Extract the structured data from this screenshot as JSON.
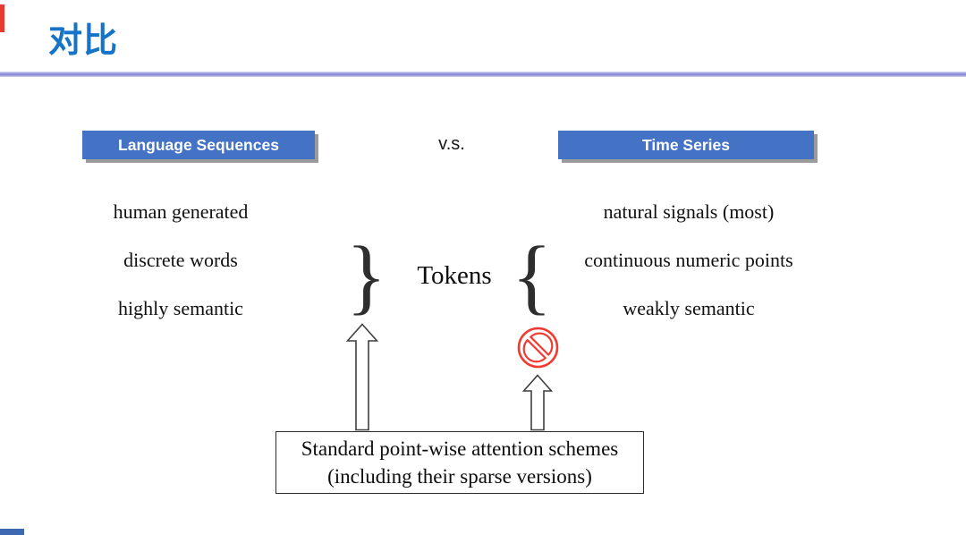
{
  "slide": {
    "title": "对比",
    "colors": {
      "title_blue": "#1673C8",
      "header_blue": "#4472C4",
      "divider_purple": "#8A8AD6",
      "prohibition_red": "#F23B30",
      "corner_red_accent": "#E83A30",
      "corner_blue_accent": "#3E68B2"
    }
  },
  "comparison": {
    "left_header": "Language Sequences",
    "vs_label": "v.s.",
    "right_header": "Time Series",
    "left_items": [
      "human generated",
      "discrete words",
      "highly semantic"
    ],
    "right_items": [
      "natural signals (most)",
      "continuous numeric points",
      "weakly semantic"
    ],
    "center_label": "Tokens",
    "left_brace": "}",
    "right_brace": "{"
  },
  "annotation": {
    "box_line1": "Standard point-wise attention schemes",
    "box_line2": "(including their sparse versions)"
  },
  "icons": {
    "up_arrow_left": "block-up-arrow",
    "up_arrow_right": "block-up-arrow",
    "prohibition": "no-entry"
  }
}
